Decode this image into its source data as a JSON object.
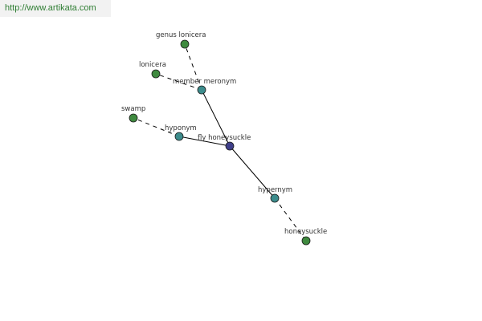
{
  "watermark": "http://www.artikata.com",
  "colors": {
    "center": "#3f3f8a",
    "relation": "#3c8c8c",
    "leaf": "#3f8a3f",
    "edge": "#000000",
    "background": "#ffffff"
  },
  "nodes": [
    {
      "id": "fly-honeysuckle",
      "label": "fly honeysuckle",
      "kind": "center"
    },
    {
      "id": "member-meronym",
      "label": "member meronym",
      "kind": "relation"
    },
    {
      "id": "hyponym",
      "label": "hyponym",
      "kind": "relation"
    },
    {
      "id": "hypernym",
      "label": "hypernym",
      "kind": "relation"
    },
    {
      "id": "genus-lonicera",
      "label": "genus lonicera",
      "kind": "leaf"
    },
    {
      "id": "lonicera",
      "label": "lonicera",
      "kind": "leaf"
    },
    {
      "id": "swamp",
      "label": "swamp",
      "kind": "leaf"
    },
    {
      "id": "honeysuckle",
      "label": "honeysuckle",
      "kind": "leaf"
    }
  ],
  "edges": [
    {
      "from": "fly-honeysuckle",
      "to": "member-meronym",
      "style": "solid"
    },
    {
      "from": "fly-honeysuckle",
      "to": "hyponym",
      "style": "solid"
    },
    {
      "from": "fly-honeysuckle",
      "to": "hypernym",
      "style": "solid"
    },
    {
      "from": "member-meronym",
      "to": "genus-lonicera",
      "style": "dashed"
    },
    {
      "from": "member-meronym",
      "to": "lonicera",
      "style": "dashed"
    },
    {
      "from": "hyponym",
      "to": "swamp",
      "style": "dashed"
    },
    {
      "from": "hypernym",
      "to": "honeysuckle",
      "style": "dashed"
    }
  ]
}
